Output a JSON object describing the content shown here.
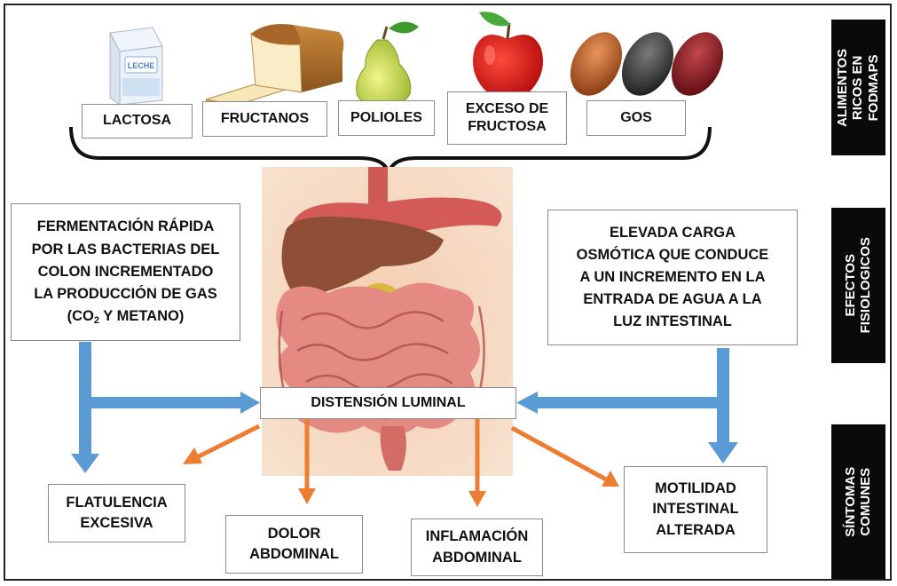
{
  "foods": [
    {
      "id": "lactosa",
      "label": "LACTOSA",
      "icon": "milk-carton-icon",
      "carton_text": "LECHE"
    },
    {
      "id": "fructanos",
      "label": "FRUCTANOS",
      "icon": "bread-icon"
    },
    {
      "id": "polioles",
      "label": "POLIOLES",
      "icon": "pear-icon"
    },
    {
      "id": "fructosa",
      "label": "EXCESO DE\nFRUCTOSA",
      "icon": "apple-icon"
    },
    {
      "id": "gos",
      "label": "GOS",
      "icon": "beans-icon"
    }
  ],
  "side_labels": {
    "foods": "ALIMENTOS\nRICOS EN\nFODMAPS",
    "effects": "EFECTOS\nFISIOLOGICOS",
    "symptoms": "SÍNTOMAS\nCOMUNES"
  },
  "effects": {
    "left_main": "FERMENTACIÓN RÁPIDA\nPOR LAS BACTERIAS DEL\nCOLON INCREMENTADO\nLA PRODUCCIÓN DE GAS\n(CO",
    "left_sub": "2",
    "left_tail": " Y METANO)",
    "right": "ELEVADA CARGA\nOSMÓTICA QUE CONDUCE\nA UN INCREMENTO EN LA\nENTRADA DE AGUA A LA\nLUZ INTESTINAL"
  },
  "center": "DISTENSIÓN LUMINAL",
  "symptoms": {
    "flatulencia": "FLATULENCIA\nEXCESIVA",
    "dolor": "DOLOR\nABDOMINAL",
    "inflamacion": "INFLAMACIÓN\nABDOMINAL",
    "motilidad": "MOTILIDAD\nINTESTINAL\nALTERADA"
  },
  "colors": {
    "blue_arrow": "#5b9bd5",
    "orange_arrow": "#ed7d31",
    "side_bg": "#0a0a0a",
    "anatomy_bg": "#f6dcc4"
  }
}
